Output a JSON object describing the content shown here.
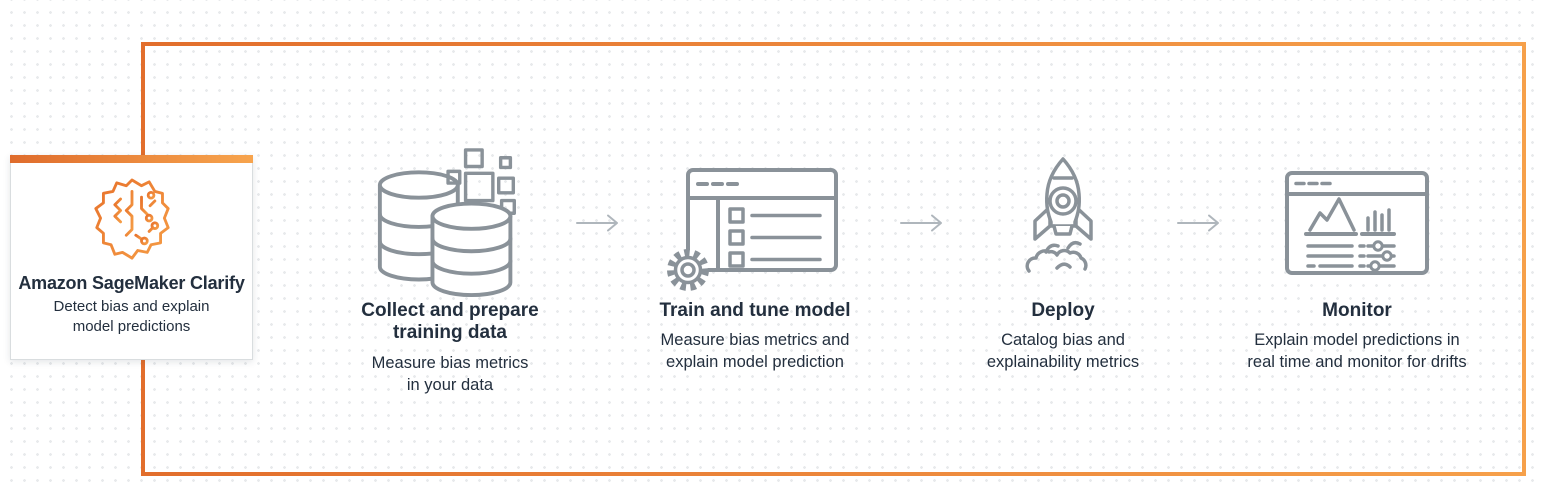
{
  "colors": {
    "frame_orange_start": "#E26E2C",
    "frame_orange_end": "#F6A04A",
    "card_bar_start": "#DF6C2C",
    "card_bar_end": "#F7A44D",
    "brand_orange": "#E97A2D",
    "icon_gray": "#8A9299",
    "text_dark": "#232F3E",
    "arrow_gray": "#AFB6BC",
    "card_border": "#D9DDDF",
    "dot_gray": "#E8EAEC",
    "background": "#FFFFFF"
  },
  "product_card": {
    "icon": "brain-circuit-icon",
    "title": "Amazon SageMaker Clarify",
    "subtitle": "Detect bias and explain\nmodel predictions"
  },
  "steps": [
    {
      "icon": "databases-icon",
      "title": "Collect and prepare\ntraining data",
      "subtitle": "Measure bias metrics\nin your data"
    },
    {
      "icon": "model-checklist-gear-icon",
      "title": "Train and tune model",
      "subtitle": "Measure bias metrics and\nexplain model prediction"
    },
    {
      "icon": "rocket-icon",
      "title": "Deploy",
      "subtitle": "Catalog bias and\nexplainability metrics"
    },
    {
      "icon": "dashboard-monitor-icon",
      "title": "Monitor",
      "subtitle": "Explain model predictions in\nreal time and monitor for drifts"
    }
  ]
}
